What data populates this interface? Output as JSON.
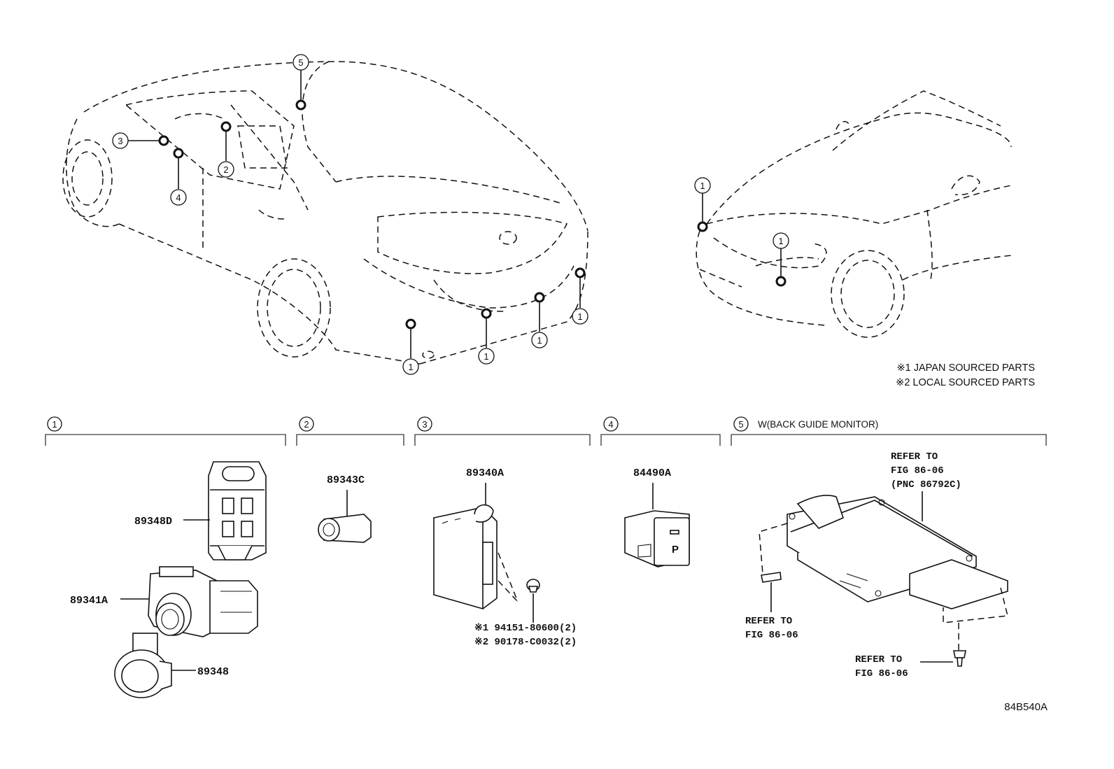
{
  "diagram": {
    "code": "84B540A",
    "notes": [
      "※1 JAPAN SOURCED PARTS",
      "※2 LOCAL SOURCED PARTS"
    ],
    "callouts": {
      "c1": "1",
      "c2": "2",
      "c3": "3",
      "c4": "4",
      "c5": "5"
    },
    "sections": [
      {
        "num": "1",
        "label": ""
      },
      {
        "num": "2",
        "label": ""
      },
      {
        "num": "3",
        "label": ""
      },
      {
        "num": "4",
        "label": ""
      },
      {
        "num": "5",
        "label": "W(BACK GUIDE MONITOR)"
      }
    ],
    "parts": {
      "p89348D": "89348D",
      "p89341A": "89341A",
      "p89348": "89348",
      "p89343C": "89343C",
      "p89340A": "89340A",
      "p84490A": "84490A",
      "screw1": "※1 94151-80600(2)",
      "screw2": "※2 90178-C0032(2)"
    },
    "refs": {
      "r1_line1": "REFER TO",
      "r1_line2": "FIG 86-06",
      "r1_line3": "(PNC 86792C)",
      "r2_line1": "REFER TO",
      "r2_line2": "FIG 86-06",
      "r3_line1": "REFER TO",
      "r3_line2": "FIG 86-06"
    },
    "switch_icon_text": "P"
  }
}
